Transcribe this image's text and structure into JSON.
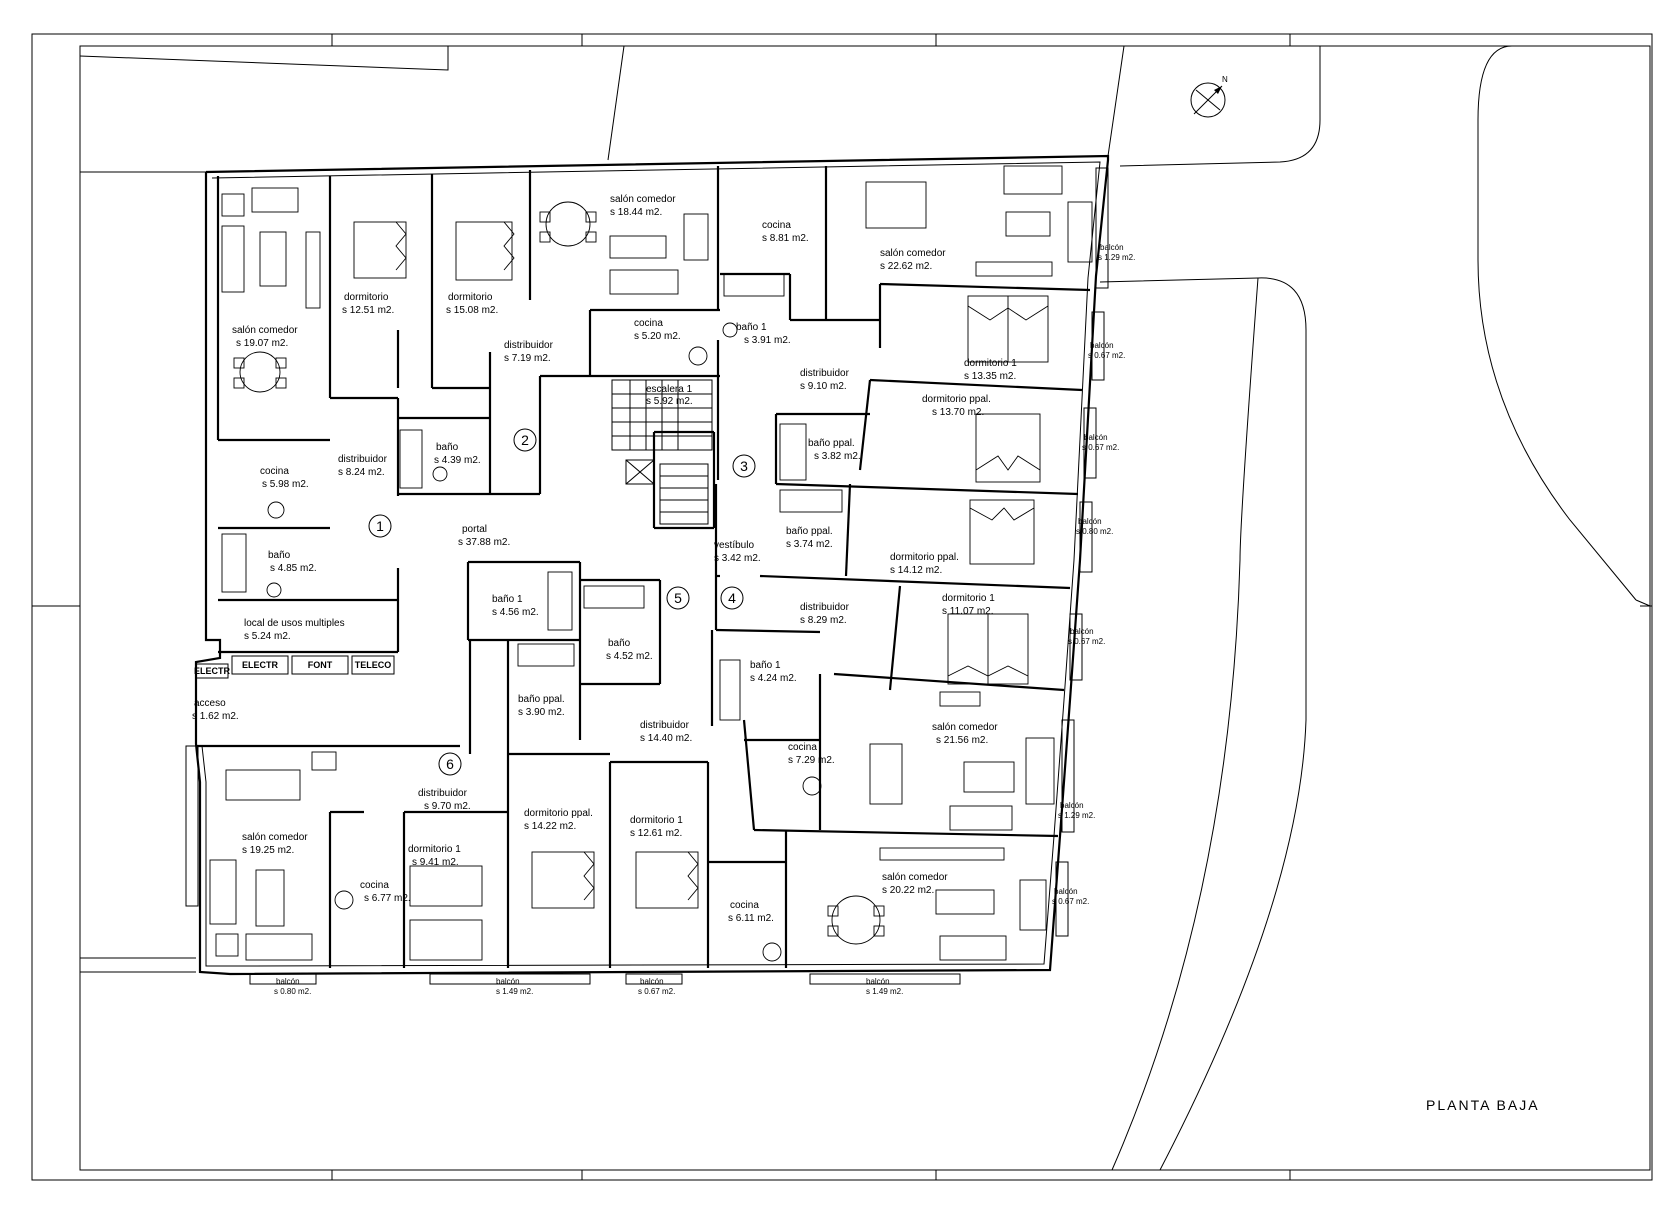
{
  "plan_title": "PLANTA BAJA",
  "north_arrow_label": "N",
  "rooms": [
    {
      "id": "salon-1",
      "name": "salón comedor",
      "area": "s 19.07 m2."
    },
    {
      "id": "dormitorio-a",
      "name": "dormitorio",
      "area": "s 12.51 m2."
    },
    {
      "id": "dormitorio-b",
      "name": "dormitorio",
      "area": "s 15.08 m2."
    },
    {
      "id": "salon-2",
      "name": "salón comedor",
      "area": "s 18.44 m2."
    },
    {
      "id": "cocina-a",
      "name": "cocina",
      "area": "s 8.81 m2."
    },
    {
      "id": "salon-3",
      "name": "salón comedor",
      "area": "s 22.62 m2."
    },
    {
      "id": "cocina-b",
      "name": "cocina",
      "area": "s 5.20 m2."
    },
    {
      "id": "distribuidor-a",
      "name": "distribuidor",
      "area": "s 7.19 m2."
    },
    {
      "id": "bano-1a",
      "name": "baño 1",
      "area": "s 3.91 m2."
    },
    {
      "id": "distribuidor-b",
      "name": "distribuidor",
      "area": "s 9.10 m2."
    },
    {
      "id": "dormitorio-1a",
      "name": "dormitorio 1",
      "area": "s 13.35 m2."
    },
    {
      "id": "escalera",
      "name": "escalera 1",
      "area": "s 5.92 m2."
    },
    {
      "id": "dormitorio-ppal-a",
      "name": "dormitorio ppal.",
      "area": "s 13.70 m2."
    },
    {
      "id": "bano-a",
      "name": "baño",
      "area": "s 4.39 m2."
    },
    {
      "id": "distribuidor-c",
      "name": "distribuidor",
      "area": "s 8.24 m2."
    },
    {
      "id": "cocina-c",
      "name": "cocina",
      "area": "s 5.98 m2."
    },
    {
      "id": "bano-ppal-a",
      "name": "baño ppal.",
      "area": "s 3.82 m2."
    },
    {
      "id": "portal",
      "name": "portal",
      "area": "s 37.88 m2."
    },
    {
      "id": "bano-b",
      "name": "baño",
      "area": "s 4.85 m2."
    },
    {
      "id": "vestibulo",
      "name": "vestíbulo",
      "area": "s 3.42 m2."
    },
    {
      "id": "bano-ppal-b",
      "name": "baño ppal.",
      "area": "s 3.74 m2."
    },
    {
      "id": "dormitorio-ppal-b",
      "name": "dormitorio ppal.",
      "area": "s 14.12 m2."
    },
    {
      "id": "bano-1b",
      "name": "baño 1",
      "area": "s 4.56 m2."
    },
    {
      "id": "distribuidor-d",
      "name": "distribuidor",
      "area": "s 8.29 m2."
    },
    {
      "id": "dormitorio-1b",
      "name": "dormitorio 1",
      "area": "s 11.07 m2."
    },
    {
      "id": "local",
      "name": "local de usos multiples",
      "area": "s 5.24 m2."
    },
    {
      "id": "bano-c",
      "name": "baño",
      "area": "s 4.52 m2."
    },
    {
      "id": "bano-1c",
      "name": "baño 1",
      "area": "s 4.24 m2."
    },
    {
      "id": "acceso",
      "name": "acceso",
      "area": "s 1.62 m2."
    },
    {
      "id": "bano-ppal-c",
      "name": "baño ppal.",
      "area": "s 3.90 m2."
    },
    {
      "id": "distribuidor-e",
      "name": "distribuidor",
      "area": "s 14.40 m2."
    },
    {
      "id": "salon-4",
      "name": "salón comedor",
      "area": "s 21.56 m2."
    },
    {
      "id": "cocina-d",
      "name": "cocina",
      "area": "s 7.29 m2."
    },
    {
      "id": "distribuidor-f",
      "name": "distribuidor",
      "area": "s 9.70 m2."
    },
    {
      "id": "dormitorio-ppal-c",
      "name": "dormitorio ppal.",
      "area": "s 14.22 m2."
    },
    {
      "id": "dormitorio-1c",
      "name": "dormitorio 1",
      "area": "s 12.61 m2."
    },
    {
      "id": "salon-5",
      "name": "salón comedor",
      "area": "s 19.25 m2."
    },
    {
      "id": "dormitorio-1d",
      "name": "dormitorio 1",
      "area": "s 9.41 m2."
    },
    {
      "id": "cocina-e",
      "name": "cocina",
      "area": "s 6.77 m2."
    },
    {
      "id": "salon-6",
      "name": "salón comedor",
      "area": "s 20.22 m2."
    },
    {
      "id": "cocina-f",
      "name": "cocina",
      "area": "s 6.11 m2."
    }
  ],
  "balconies": [
    {
      "name": "balcón",
      "area": "s 1.29 m2."
    },
    {
      "name": "balcón",
      "area": "s 0.67 m2."
    },
    {
      "name": "balcón",
      "area": "s 0.67 m2."
    },
    {
      "name": "balcón",
      "area": "s 0.80 m2."
    },
    {
      "name": "balcón",
      "area": "s 0.67 m2."
    },
    {
      "name": "balcón",
      "area": "s 1.29 m2."
    },
    {
      "name": "balcón",
      "area": "s 0.67 m2."
    },
    {
      "name": "balcón",
      "area": "s 0.80 m2."
    },
    {
      "name": "balcón",
      "area": "s 1.49 m2."
    },
    {
      "name": "balcón",
      "area": "s 0.67 m2."
    },
    {
      "name": "balcón",
      "area": "s 1.49 m2."
    }
  ],
  "door_numbers": [
    "1",
    "2",
    "3",
    "4",
    "5",
    "6"
  ],
  "installations": [
    "ELECTR",
    "ELECTR",
    "FONT",
    "TELECO"
  ]
}
